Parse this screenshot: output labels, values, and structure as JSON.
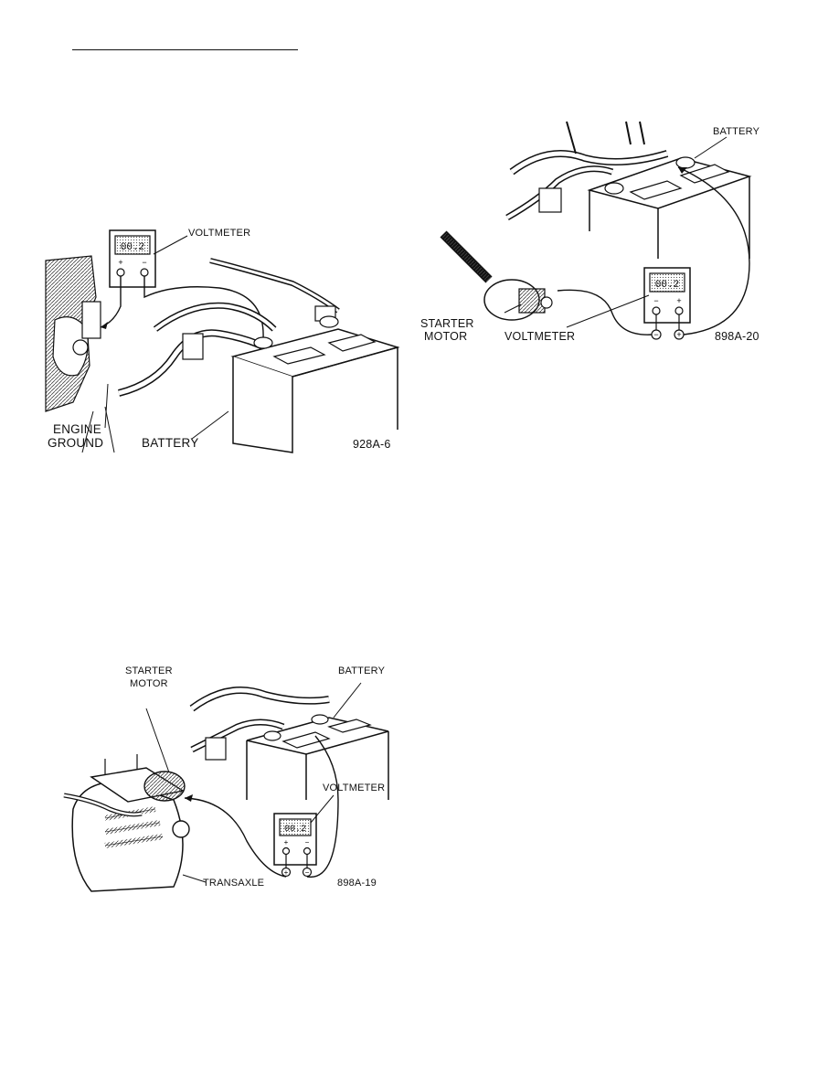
{
  "figures": [
    {
      "id": "928A-6",
      "labels": {
        "voltmeter": "VOLTMETER",
        "engine_ground_line1": "ENGINE",
        "engine_ground_line2": "GROUND",
        "battery": "BATTERY",
        "figure_number": "928A-6"
      },
      "meter_display": "00.2",
      "meter_terminals": [
        "+",
        "−"
      ]
    },
    {
      "id": "898A-20",
      "labels": {
        "battery": "BATTERY",
        "starter_motor_line1": "STARTER",
        "starter_motor_line2": "MOTOR",
        "voltmeter": "VOLTMETER",
        "figure_number": "898A-20"
      },
      "meter_display": "00.2",
      "meter_terminals": [
        "−",
        "+"
      ]
    },
    {
      "id": "898A-19",
      "labels": {
        "starter_motor_line1": "STARTER",
        "starter_motor_line2": "MOTOR",
        "battery": "BATTERY",
        "voltmeter": "VOLTMETER",
        "transaxle": "TRANSAXLE",
        "figure_number": "898A-19"
      },
      "meter_display": "00.2",
      "meter_terminals": [
        "+",
        "−"
      ]
    }
  ]
}
